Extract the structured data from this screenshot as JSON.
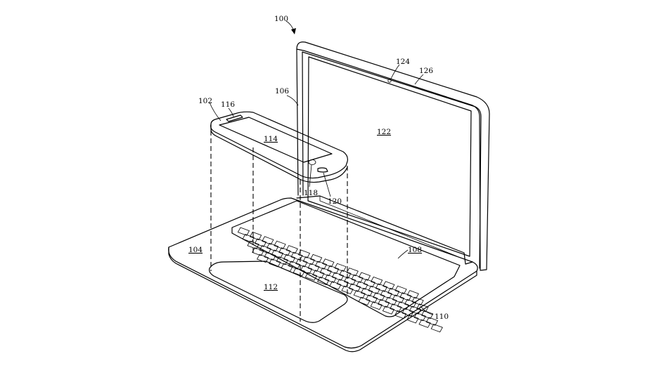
{
  "labels": {
    "figure": "100",
    "device": "102",
    "base": "104",
    "display_housing": "106",
    "keyboard": "108",
    "keyboard_region": "110",
    "trackpad": "112",
    "device_screen": "114",
    "earpiece": "116",
    "home_button": "118",
    "connector": "120",
    "display": "122",
    "camera": "124",
    "bezel": "126"
  }
}
